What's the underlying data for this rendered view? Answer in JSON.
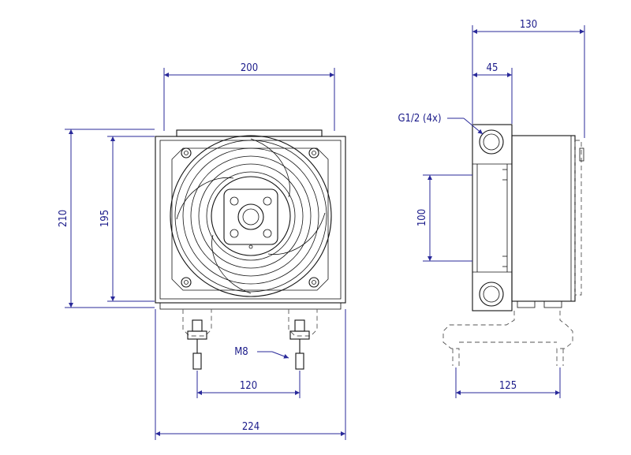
{
  "drawing": {
    "dimensions": {
      "front_width": "200",
      "front_total_width": "224",
      "front_height": "210",
      "front_inner_height": "195",
      "bolt_spacing": "120",
      "side_depth": "130",
      "port_offset": "45",
      "port_spacing": "100",
      "side_mount_spacing": "125"
    },
    "labels": {
      "port_thread": "G1/2 (4x)",
      "bolt_thread": "M8"
    },
    "colors": {
      "dimension_lines": "#2a2a9a",
      "part_outline": "#111111",
      "hidden_lines": "#555555"
    }
  }
}
